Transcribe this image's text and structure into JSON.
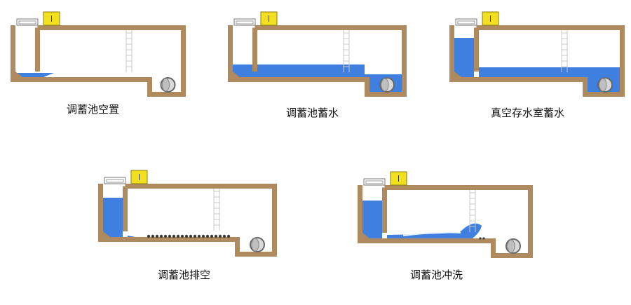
{
  "colors": {
    "wall": "#ae8a5e",
    "wall_stroke": "#9c7a50",
    "water": "#3f7fe0",
    "water_dark": "#2f67c8",
    "pipe_fill": "#d9d9d9",
    "pipe_stroke": "#666666",
    "control_box": "#f2e020",
    "control_box_stroke": "#8a7b10",
    "ladder": "#c9c9c9",
    "sediment": "#3a3a3a",
    "foam": "#e8f6ff"
  },
  "panels": [
    {
      "id": "empty",
      "caption": "调蓄池空置",
      "state": "empty"
    },
    {
      "id": "storage",
      "caption": "调蓄池蓄水",
      "state": "storage"
    },
    {
      "id": "vacuum-storage",
      "caption": "真空存水室蓄水",
      "state": "vacuum"
    },
    {
      "id": "drain",
      "caption": "调蓄池排空",
      "state": "drain"
    },
    {
      "id": "flush",
      "caption": "调蓄池冲洗",
      "state": "flush"
    }
  ],
  "icons": {
    "control_box": "control-box-icon",
    "pipe": "outlet-pipe-icon",
    "ladder": "ladder-icon",
    "vacuum_hatch": "vacuum-hatch-icon"
  }
}
